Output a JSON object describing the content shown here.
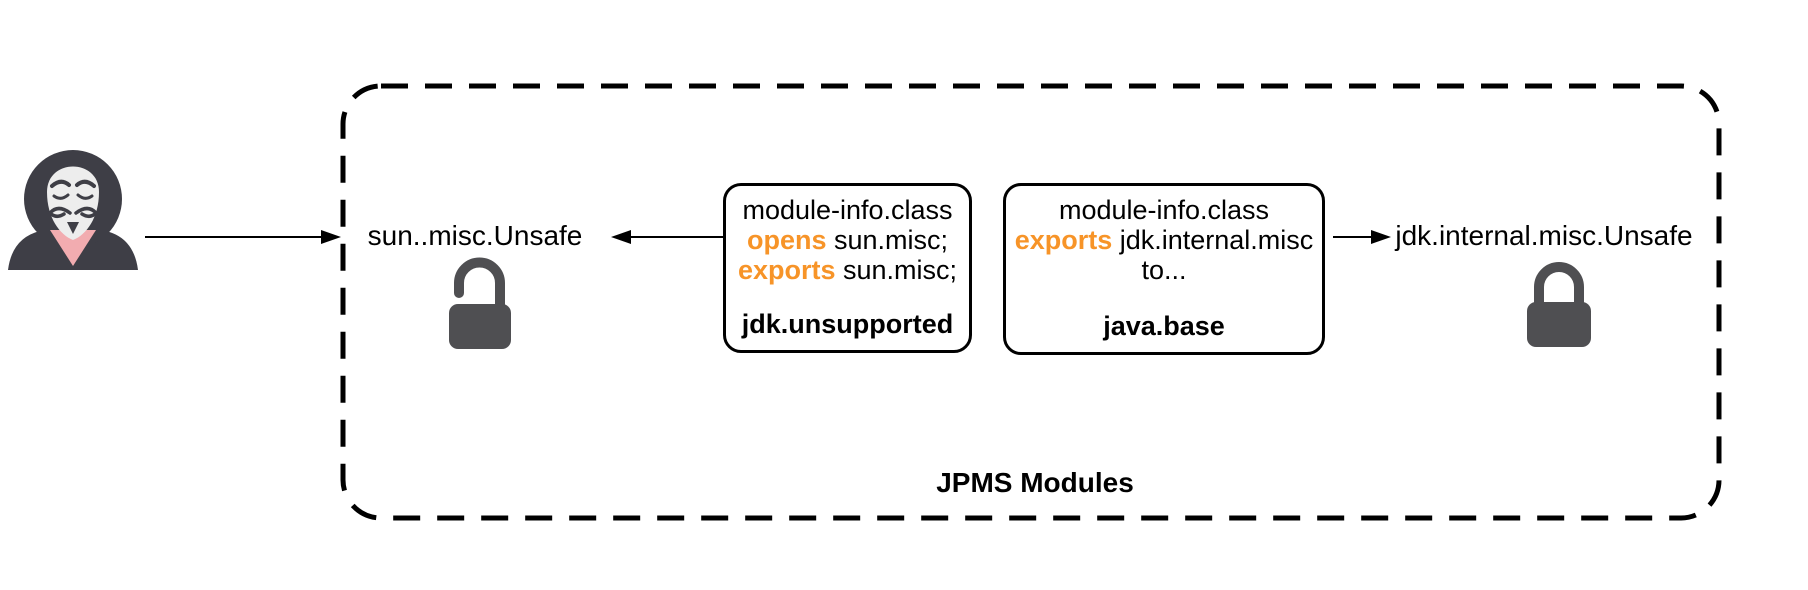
{
  "diagram": {
    "container_label": "JPMS Modules",
    "attacker": {
      "icon": "anonymous-hacker"
    },
    "left_target": {
      "label": "sun..misc.Unsafe",
      "lock_state": "unlocked"
    },
    "right_target": {
      "label": "jdk.internal.misc.Unsafe",
      "lock_state": "locked"
    },
    "module_boxes": [
      {
        "name": "jdk.unsupported",
        "line1": "module-info.class",
        "line2_keyword": "opens",
        "line2_rest": " sun.misc;",
        "line3_keyword": "exports",
        "line3_rest": " sun.misc;"
      },
      {
        "name": "java.base",
        "line1": "module-info.class",
        "line2_keyword": "exports",
        "line2_rest": " jdk.internal.misc",
        "line3": "to..."
      }
    ],
    "colors": {
      "keyword_orange": "#F79428",
      "lock_gray": "#4F4F52",
      "line_black": "#000000",
      "hood_dark": "#3E3E46",
      "mask_light": "#EDEDED",
      "chest_pink": "#F2ACB0"
    }
  }
}
